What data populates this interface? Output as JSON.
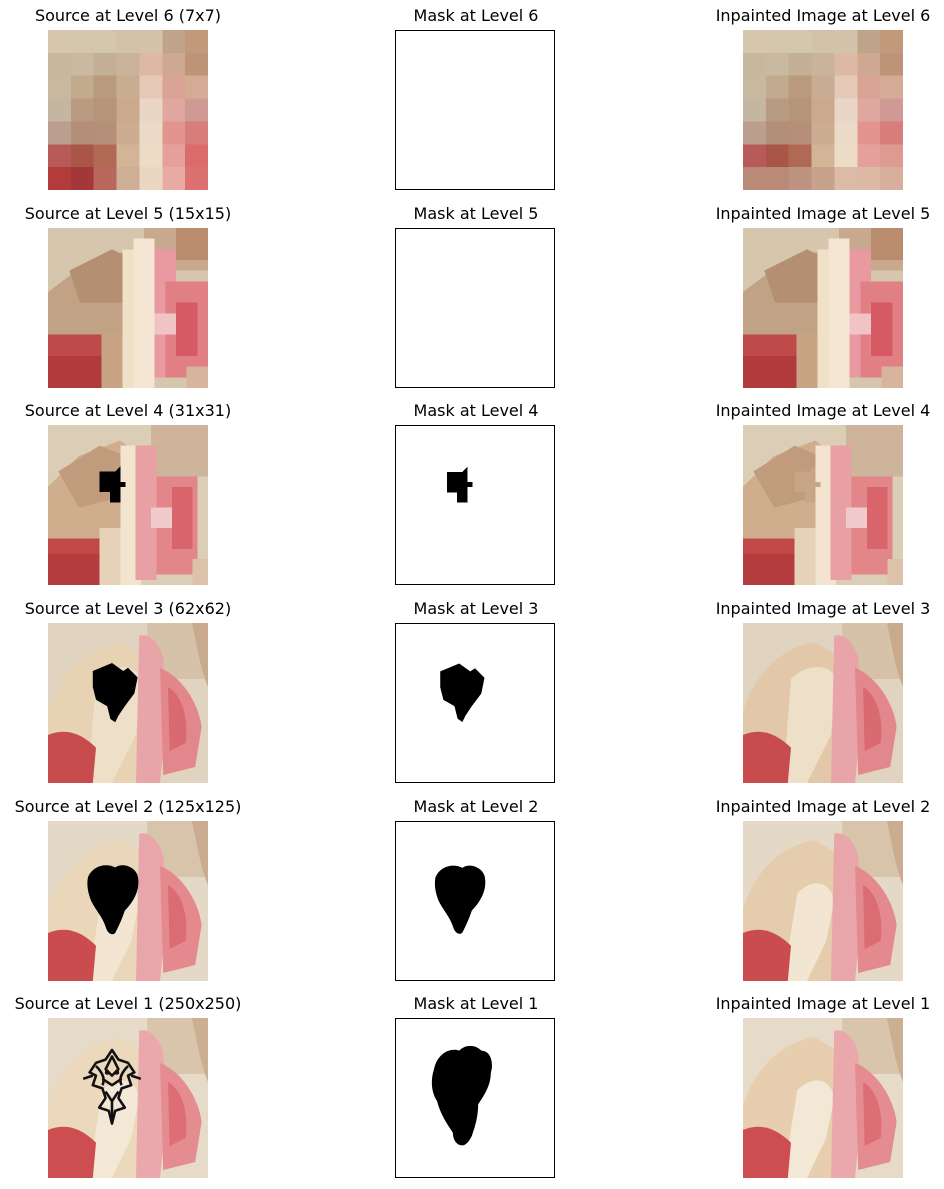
{
  "rows": [
    {
      "source_title": "Source at Level 6 (7x7)",
      "mask_title": "Mask at Level 6",
      "inpaint_title": "Inpainted Image at Level 6"
    },
    {
      "source_title": "Source at Level 5 (15x15)",
      "mask_title": "Mask at Level 5",
      "inpaint_title": "Inpainted Image at Level 5"
    },
    {
      "source_title": "Source at Level 4 (31x31)",
      "mask_title": "Mask at Level 4",
      "inpaint_title": "Inpainted Image at Level 4"
    },
    {
      "source_title": "Source at Level 3 (62x62)",
      "mask_title": "Mask at Level 3",
      "inpaint_title": "Inpainted Image at Level 3"
    },
    {
      "source_title": "Source at Level 2 (125x125)",
      "mask_title": "Mask at Level 2",
      "inpaint_title": "Inpainted Image at Level 2"
    },
    {
      "source_title": "Source at Level 1 (250x250)",
      "mask_title": "Mask at Level 1",
      "inpaint_title": "Inpainted Image at Level 1"
    }
  ],
  "colors": {
    "background": "#ffffff",
    "mask_fill": "#000000",
    "skin": "#e9d9c0",
    "shirt_red": "#c9424a",
    "shirt_pink": "#e58a8e",
    "background_beige": "#d8c8b0"
  }
}
